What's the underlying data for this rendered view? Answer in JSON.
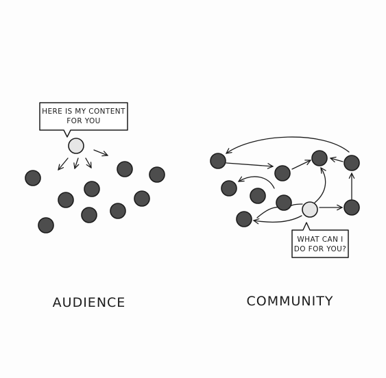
{
  "audience": {
    "caption": "AUDIENCE",
    "bubble_line1": "HERE IS MY CONTENT",
    "bubble_line2": "FOR YOU"
  },
  "community": {
    "caption": "COMMUNITY",
    "bubble_line1": "WHAT CAN I",
    "bubble_line2": "DO FOR YOU?"
  },
  "colors": {
    "node_dark": "#4d4d4d",
    "node_light": "#e6e6e6",
    "stroke": "#1b1b1b",
    "background": "#fdfdfd"
  }
}
